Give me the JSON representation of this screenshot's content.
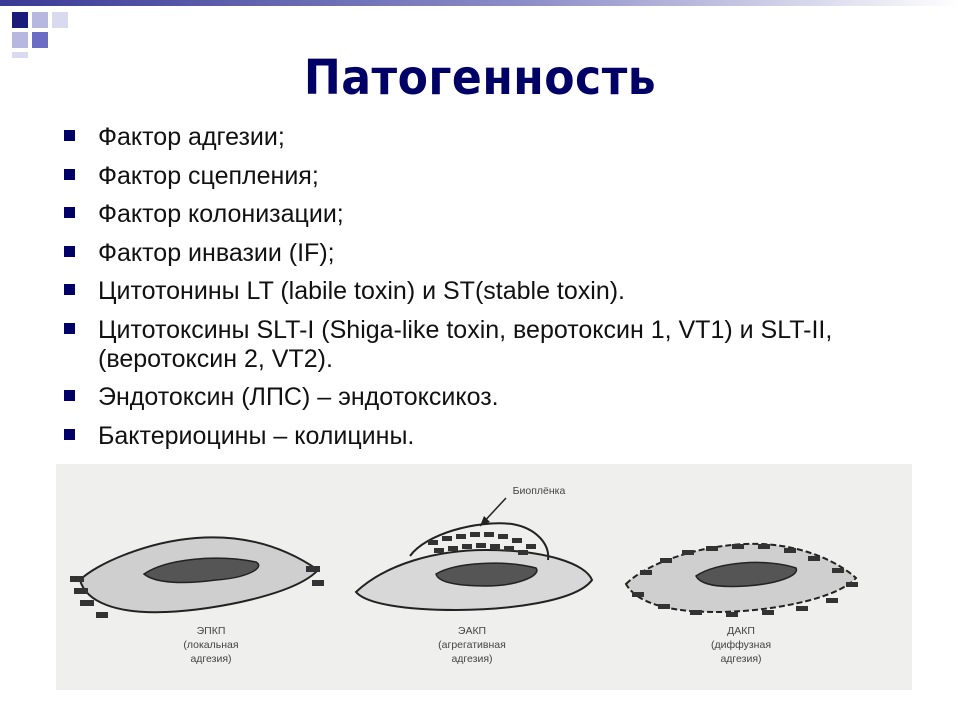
{
  "slide": {
    "title": "Патогенность",
    "bullets": [
      "Фактор адгезии;",
      "Фактор сцепления;",
      "Фактор колонизации;",
      "Фактор инвазии (IF);",
      "Цитотонины LT (labile toxin) и ST(stable toxin).",
      "Цитотоксины SLT-I (Shiga-like toxin, веротоксин 1, VT1) и SLT-II, (веротоксин 2, VT2).",
      "Эндотоксин (ЛПС) – эндотоксикоз.",
      "Бактериоцины – колицины."
    ]
  },
  "figure": {
    "biofilm_label": "Биоплёнка",
    "cells": [
      {
        "name": "ЭПКП",
        "sub1": "(локальная",
        "sub2": "адгезия)"
      },
      {
        "name": "ЭАКП",
        "sub1": "(агрегативная",
        "sub2": "адгезия)"
      },
      {
        "name": "ДАКП",
        "sub1": "(диффузная",
        "sub2": "адгезия)"
      }
    ]
  },
  "colors": {
    "accent": "#000066",
    "corner_square": "#6c6cc4",
    "bar": "#5a5aa8"
  }
}
